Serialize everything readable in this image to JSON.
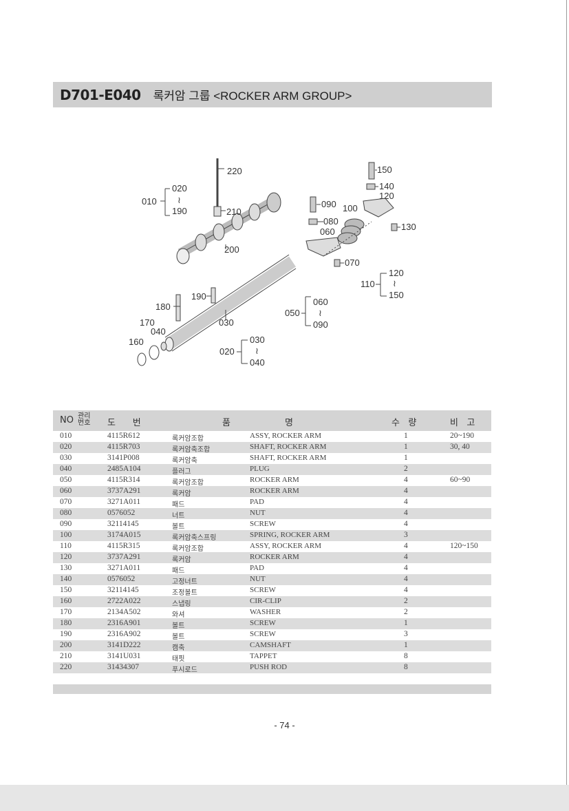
{
  "header": {
    "code": "D701-E040",
    "title": "록커암 그룹 <ROCKER ARM GROUP>"
  },
  "diagram": {
    "callouts": {
      "c220": "220",
      "c150": "150",
      "c140": "140",
      "c120": "120",
      "c010": "010",
      "c020a": "020",
      "c190a": "190",
      "c210": "210",
      "c090": "090",
      "c100": "100",
      "c080": "080",
      "c060": "060",
      "c130": "130",
      "c200": "200",
      "c070": "070",
      "c110": "110",
      "c120b": "120",
      "c150b": "150",
      "c180": "180",
      "c190b": "190",
      "c050": "050",
      "c060b": "060",
      "c090b": "090",
      "c170": "170",
      "c030": "030",
      "c040": "040",
      "c160": "160",
      "c020b": "020",
      "c030b": "030",
      "c040b": "040",
      "tilde": "≀"
    }
  },
  "table": {
    "headers": {
      "no": "NO",
      "mgmt": "관리\n번호",
      "part_number": "도      번",
      "name_kr": "품",
      "name_en": "명",
      "qty": "수   량",
      "remarks": "비   고"
    },
    "rows": [
      {
        "no": "010",
        "part": "4115R612",
        "kr": "록커암조합",
        "en": "ASSY, ROCKER ARM",
        "qty": "1",
        "rem": "20~190"
      },
      {
        "no": "020",
        "part": "4115R703",
        "kr": "록커암축조합",
        "en": "SHAFT, ROCKER ARM",
        "qty": "1",
        "rem": "30, 40"
      },
      {
        "no": "030",
        "part": "3141P008",
        "kr": "록커암축",
        "en": "SHAFT, ROCKER ARM",
        "qty": "1",
        "rem": ""
      },
      {
        "no": "040",
        "part": "2485A104",
        "kr": "플러그",
        "en": "PLUG",
        "qty": "2",
        "rem": ""
      },
      {
        "no": "050",
        "part": "4115R314",
        "kr": "록커암조합",
        "en": "ROCKER ARM",
        "qty": "4",
        "rem": "60~90"
      },
      {
        "no": "060",
        "part": "3737A291",
        "kr": "록커암",
        "en": "ROCKER ARM",
        "qty": "4",
        "rem": ""
      },
      {
        "no": "070",
        "part": "3271A011",
        "kr": "패드",
        "en": "PAD",
        "qty": "4",
        "rem": ""
      },
      {
        "no": "080",
        "part": "0576052",
        "kr": "너트",
        "en": "NUT",
        "qty": "4",
        "rem": ""
      },
      {
        "no": "090",
        "part": "32114145",
        "kr": "볼트",
        "en": "SCREW",
        "qty": "4",
        "rem": ""
      },
      {
        "no": "100",
        "part": "3174A015",
        "kr": "록커암축스프링",
        "en": "SPRING, ROCKER ARM",
        "qty": "3",
        "rem": ""
      },
      {
        "no": "110",
        "part": "4115R315",
        "kr": "록커암조합",
        "en": "ASSY, ROCKER ARM",
        "qty": "4",
        "rem": "120~150"
      },
      {
        "no": "120",
        "part": "3737A291",
        "kr": "록커암",
        "en": "ROCKER ARM",
        "qty": "4",
        "rem": ""
      },
      {
        "no": "130",
        "part": "3271A011",
        "kr": "패드",
        "en": "PAD",
        "qty": "4",
        "rem": ""
      },
      {
        "no": "140",
        "part": "0576052",
        "kr": "고정너트",
        "en": "NUT",
        "qty": "4",
        "rem": ""
      },
      {
        "no": "150",
        "part": "32114145",
        "kr": "조정볼트",
        "en": "SCREW",
        "qty": "4",
        "rem": ""
      },
      {
        "no": "160",
        "part": "2722A022",
        "kr": "스냅링",
        "en": "CIR-CLIP",
        "qty": "2",
        "rem": ""
      },
      {
        "no": "170",
        "part": "2134A502",
        "kr": "와셔",
        "en": "WASHER",
        "qty": "2",
        "rem": ""
      },
      {
        "no": "180",
        "part": "2316A901",
        "kr": "볼트",
        "en": "SCREW",
        "qty": "1",
        "rem": ""
      },
      {
        "no": "190",
        "part": "2316A902",
        "kr": "볼트",
        "en": "SCREW",
        "qty": "3",
        "rem": ""
      },
      {
        "no": "200",
        "part": "3141D222",
        "kr": "캠축",
        "en": "CAMSHAFT",
        "qty": "1",
        "rem": ""
      },
      {
        "no": "210",
        "part": "3141U031",
        "kr": "태핏",
        "en": "TAPPET",
        "qty": "8",
        "rem": ""
      },
      {
        "no": "220",
        "part": "31434307",
        "kr": "푸시로드",
        "en": "PUSH ROD",
        "qty": "8",
        "rem": ""
      }
    ]
  },
  "footer": {
    "page_number": "- 74 -"
  }
}
